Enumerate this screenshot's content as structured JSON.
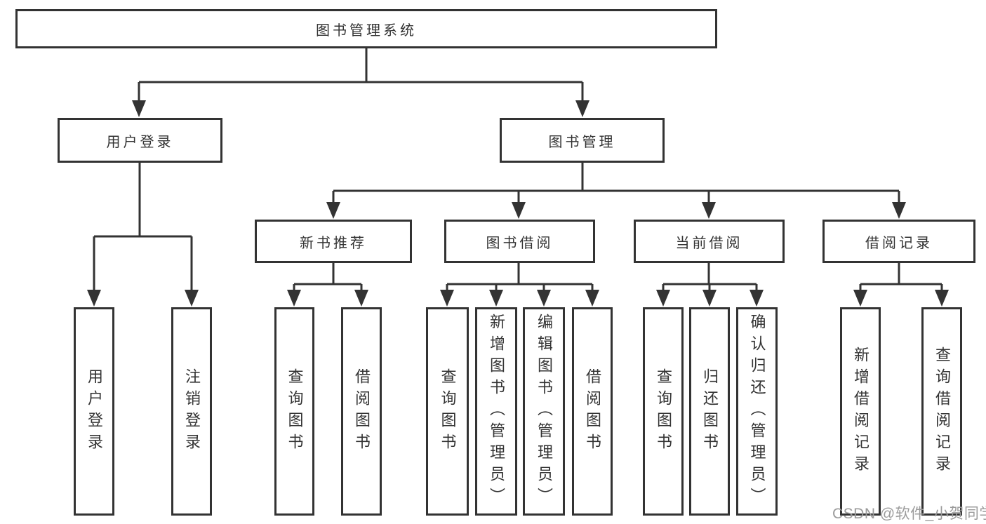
{
  "labels": {
    "root": "图书管理系统",
    "user_login": "用户登录",
    "book_mgmt": "图书管理",
    "new_book_rec": "新书推荐",
    "book_borrow": "图书借阅",
    "current_borrow": "当前借阅",
    "borrow_records": "借阅记录",
    "leaf_user_login": "用户登录",
    "leaf_logout": "注销登录",
    "leaf_nbr_query": "查询图书",
    "leaf_nbr_borrow": "借阅图书",
    "leaf_bb_query": "查询图书",
    "leaf_bb_add": "新增图书（管理员）",
    "leaf_bb_edit": "编辑图书（管理员）",
    "leaf_bb_borrow": "借阅图书",
    "leaf_cb_query": "查询图书",
    "leaf_cb_return": "归还图书",
    "leaf_cb_confirm": "确认归还（管理员）",
    "leaf_br_add": "新增借阅记录",
    "leaf_br_query": "查询借阅记录"
  },
  "tree": {
    "label": "图书管理系统",
    "children": [
      {
        "label": "用户登录",
        "children": [
          {
            "label": "用户登录"
          },
          {
            "label": "注销登录"
          }
        ]
      },
      {
        "label": "图书管理",
        "children": [
          {
            "label": "新书推荐",
            "children": [
              {
                "label": "查询图书"
              },
              {
                "label": "借阅图书"
              }
            ]
          },
          {
            "label": "图书借阅",
            "children": [
              {
                "label": "查询图书"
              },
              {
                "label": "新增图书（管理员）"
              },
              {
                "label": "编辑图书（管理员）"
              },
              {
                "label": "借阅图书"
              }
            ]
          },
          {
            "label": "当前借阅",
            "children": [
              {
                "label": "查询图书"
              },
              {
                "label": "归还图书"
              },
              {
                "label": "确认归还（管理员）"
              }
            ]
          },
          {
            "label": "借阅记录",
            "children": [
              {
                "label": "新增借阅记录"
              },
              {
                "label": "查询借阅记录"
              }
            ]
          }
        ]
      }
    ]
  },
  "watermark": {
    "text": "CSDN @软件_小贺同学",
    "color": "#9b9b9b"
  },
  "colors": {
    "line": "#333333",
    "text": "#333333",
    "background": "#ffffff"
  }
}
